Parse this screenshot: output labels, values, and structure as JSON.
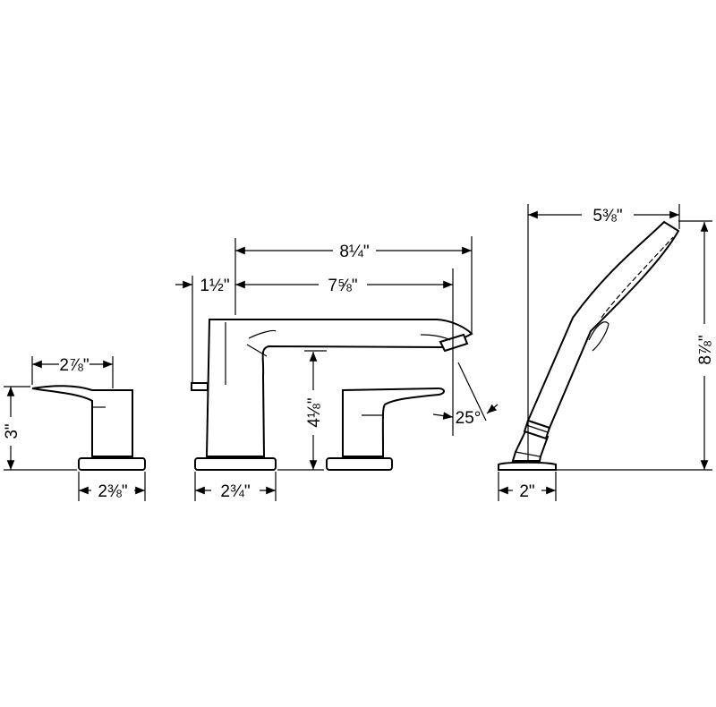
{
  "colors": {
    "line": "#000000",
    "background": "#ffffff"
  },
  "dimensions": {
    "left_handle_width": "2⅞\"",
    "left_handle_height": "3\"",
    "left_base_width": "2⅜\"",
    "spout_total_length": "8¼\"",
    "spout_rear_offset": "1½\"",
    "spout_reach": "7⅝\"",
    "spout_height": "4⅛\"",
    "spout_base_width": "2¾\"",
    "spout_angle": "25°",
    "shower_width": "5⅜\"",
    "shower_height": "8⅞\"",
    "shower_base_width": "2\""
  }
}
